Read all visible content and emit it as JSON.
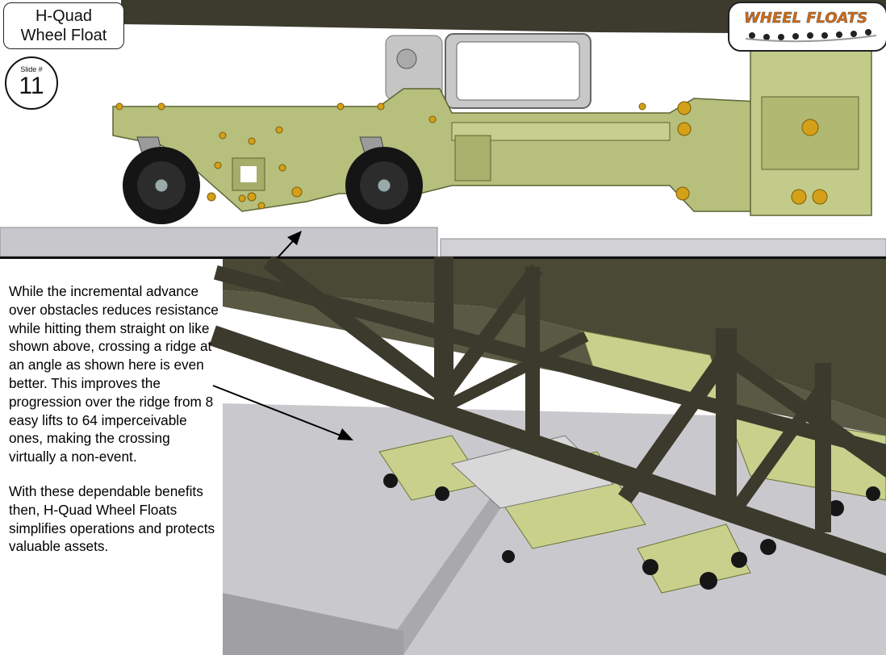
{
  "title": {
    "line1": "H-Quad",
    "line2": "Wheel Float"
  },
  "slide": {
    "label": "Slide #",
    "number": "11"
  },
  "logo": {
    "text": "WHEEL FLOATS"
  },
  "body": {
    "paragraph1": "While the incremental advance over obstacles reduces resistance while hitting them straight on like shown above, crossing a ridge at an angle as shown here is even better. This improves the progression over the ridge from 8 easy lifts to 64 imperceivable ones, making the crossing virtually a non-event.",
    "paragraph2": "With these dependable benefits then, H-Quad Wheel Floats simplifies operations and protects valuable assets."
  },
  "colors": {
    "frame": "#3b3a2c",
    "float_body": "#b4bd7a",
    "float_dark": "#6f7740",
    "bolt": "#d4a017",
    "floor": "#cdcdd1",
    "wheel": "#151515"
  }
}
